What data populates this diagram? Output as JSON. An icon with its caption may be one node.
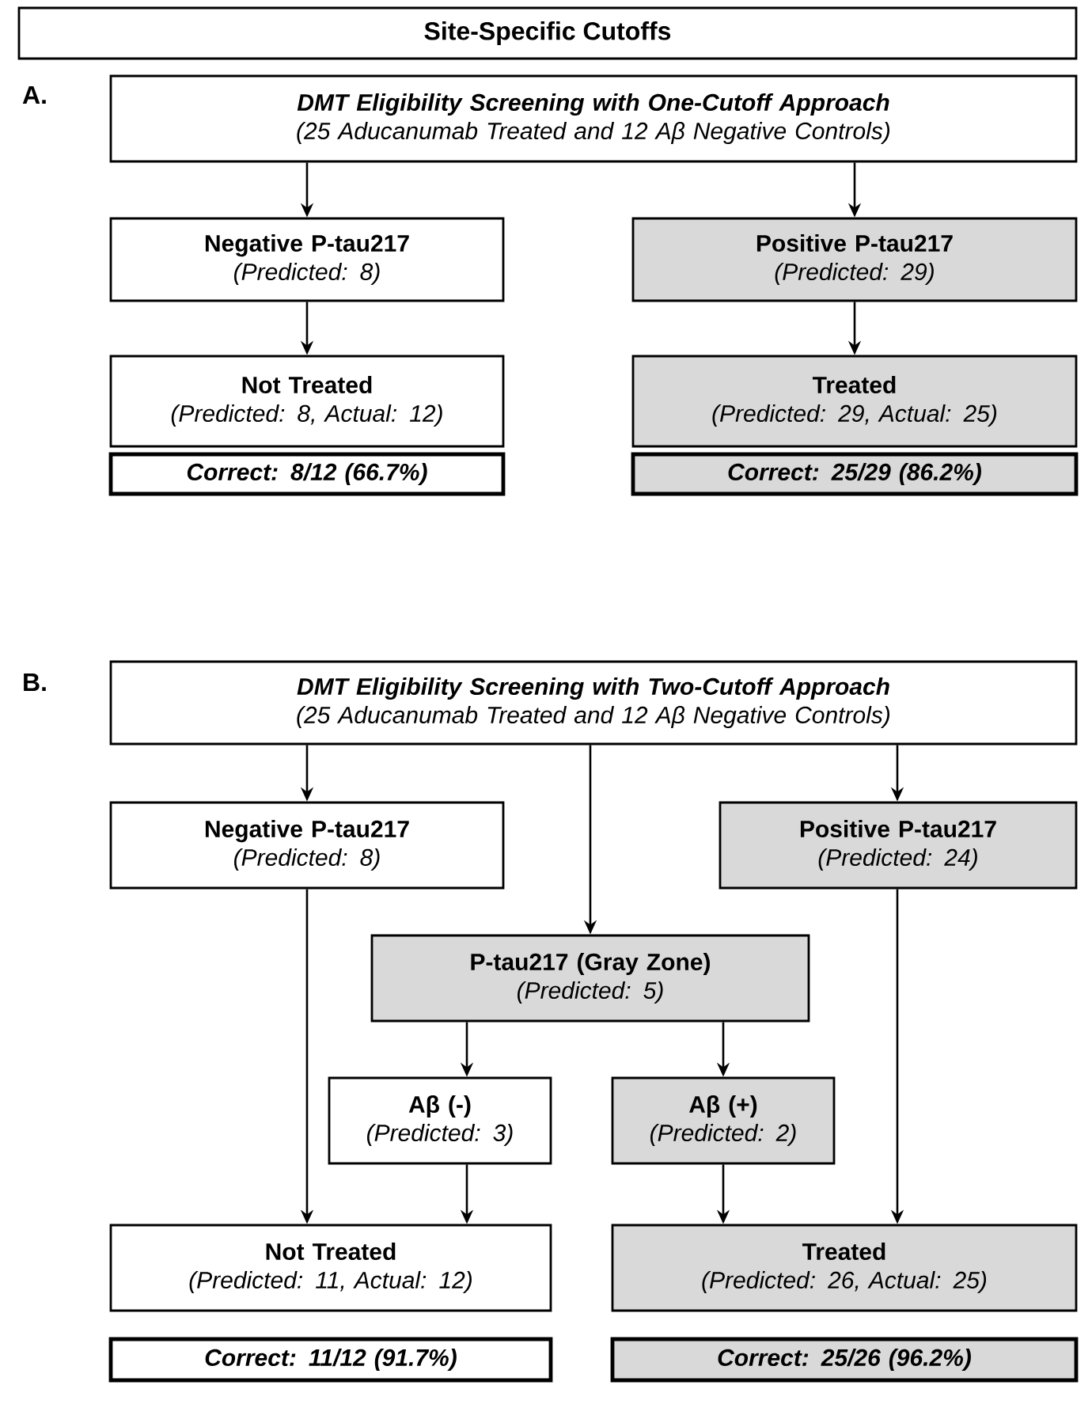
{
  "diagram": {
    "title": "Site-Specific Cutoffs",
    "nodes": [
      {
        "text": [
          "DMT Eligibility Screening with One-Cutoff Approach",
          "(25 Aducanumab Treated and 12 Aβ Negative Controls)"
        ]
      },
      {
        "text": [
          "Negative P-tau217",
          "(Predicted: 8)"
        ]
      },
      {
        "text": [
          "Positive P-tau217",
          "(Predicted: 29)"
        ]
      },
      {
        "text": [
          "Not Treated",
          "(Predicted: 8, Actual: 12)"
        ]
      },
      {
        "text": [
          "Treated",
          "(Predicted: 29, Actual: 25)"
        ]
      },
      {
        "text": [
          "Correct: 8/12 (66.7%)"
        ]
      },
      {
        "text": [
          "Correct: 25/29 (86.2%)"
        ]
      },
      {
        "text": [
          "DMT Eligibility Screening with Two-Cutoff Approach",
          "(25 Aducanumab Treated and 12 Aβ Negative Controls)"
        ]
      },
      {
        "text": [
          "Negative P-tau217",
          "(Predicted: 8)"
        ]
      },
      {
        "text": [
          "Positive P-tau217",
          "(Predicted: 24)"
        ]
      },
      {
        "text": [
          "P-tau217 (Gray Zone)",
          "(Predicted: 5)"
        ]
      },
      {
        "text": [
          "Aβ (-)",
          "(Predicted: 3)"
        ]
      },
      {
        "text": [
          "Aβ (+)",
          "(Predicted: 2)"
        ]
      },
      {
        "text": [
          "Not Treated",
          "(Predicted: 11, Actual: 12)"
        ]
      },
      {
        "text": [
          "Treated",
          "(Predicted: 26, Actual: 25)"
        ]
      },
      {
        "text": [
          "Correct: 11/12 (91.7%)"
        ]
      },
      {
        "text": [
          "Correct: 25/26 (96.2%)"
        ]
      }
    ],
    "edges": [
      {
        "from": 0,
        "to": 1,
        "arrow": "to"
      },
      {
        "from": 0,
        "to": 2,
        "arrow": "to"
      },
      {
        "from": 1,
        "to": 3,
        "arrow": "to"
      },
      {
        "from": 2,
        "to": 4,
        "arrow": "to"
      },
      {
        "from": 7,
        "to": 8,
        "arrow": "to"
      },
      {
        "from": 7,
        "to": 10,
        "arrow": "to"
      },
      {
        "from": 7,
        "to": 9,
        "arrow": "to"
      },
      {
        "from": 10,
        "to": 11,
        "arrow": "to"
      },
      {
        "from": 10,
        "to": 12,
        "arrow": "to"
      },
      {
        "from": 8,
        "to": 13,
        "arrow": "to"
      },
      {
        "from": 11,
        "to": 13,
        "arrow": "to"
      },
      {
        "from": 12,
        "to": 14,
        "arrow": "to"
      },
      {
        "from": 9,
        "to": 14,
        "arrow": "to"
      }
    ],
    "labels": [
      "A.",
      "B."
    ]
  }
}
